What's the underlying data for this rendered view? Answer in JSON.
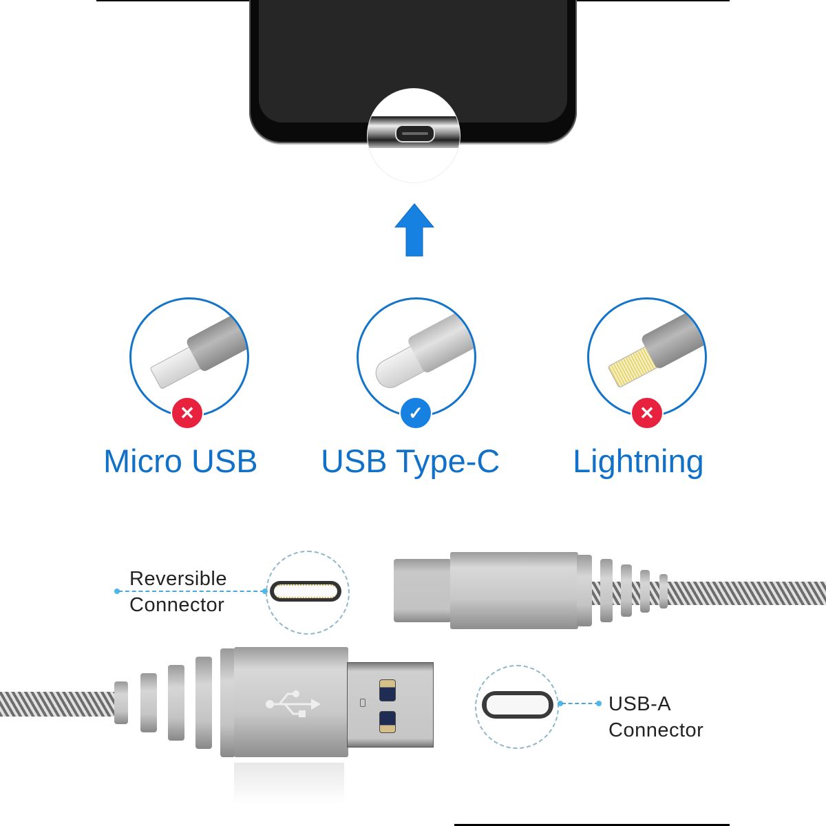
{
  "top_illustration": {
    "device": "smartphone-bottom",
    "port": "usb-type-c-port",
    "arrow": {
      "direction": "up",
      "color": "#1681e0"
    }
  },
  "connector_options": [
    {
      "label": "Micro USB",
      "status": "incompatible",
      "badge_icon": "x-icon",
      "badge_color": "#e8213f"
    },
    {
      "label": "USB Type-C",
      "status": "compatible",
      "badge_icon": "check-icon",
      "badge_color": "#1681e0"
    },
    {
      "label": "Lightning",
      "status": "incompatible",
      "badge_icon": "x-icon",
      "badge_color": "#e8213f"
    }
  ],
  "callouts": {
    "reversible": {
      "line1": "Reversible",
      "line2": "Connector"
    },
    "usb_a": {
      "line1": "USB-A",
      "line2": "Connector"
    }
  },
  "colors": {
    "accent_blue": "#1170c8",
    "circle_border": "#1374c9",
    "error_red": "#e8213f",
    "dash_blue": "#4aa6d6"
  },
  "glyphs": {
    "x": "✕",
    "check": "✓"
  }
}
